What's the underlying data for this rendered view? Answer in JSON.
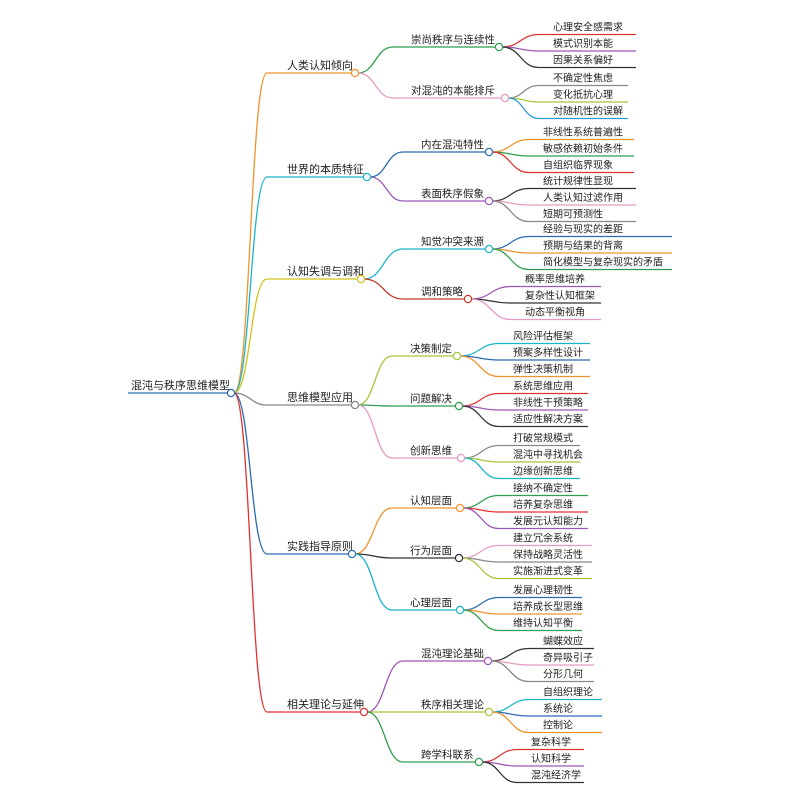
{
  "root": {
    "label": "混沌与秩序思维模型",
    "children": [
      {
        "label": "人类认知倾向",
        "color": "#f0932b",
        "children": [
          {
            "label": "崇尚秩序与连续性",
            "color": "#2e9e4f",
            "children": [
              {
                "label": "心理安全感需求",
                "color": "#e03131"
              },
              {
                "label": "模式识别本能",
                "color": "#9b59b6"
              },
              {
                "label": "因果关系偏好",
                "color": "#333333"
              }
            ]
          },
          {
            "label": "对混沌的本能排斥",
            "color": "#e59ac4",
            "children": [
              {
                "label": "不确定性焦虑",
                "color": "#888888"
              },
              {
                "label": "变化抵抗心理",
                "color": "#a4c639"
              },
              {
                "label": "对随机性的误解",
                "color": "#2a9bd6"
              }
            ]
          }
        ]
      },
      {
        "label": "世界的本质特征",
        "color": "#1ab5c9",
        "children": [
          {
            "label": "内在混沌特性",
            "color": "#2b6cb0",
            "children": [
              {
                "label": "非线性系统普遍性",
                "color": "#f0932b"
              },
              {
                "label": "敏感依赖初始条件",
                "color": "#2e9e4f"
              },
              {
                "label": "自组织临界现象",
                "color": "#e03131"
              }
            ]
          },
          {
            "label": "表面秩序假象",
            "color": "#9b59b6",
            "children": [
              {
                "label": "统计规律性显现",
                "color": "#333333"
              },
              {
                "label": "人类认知过滤作用",
                "color": "#e59ac4"
              },
              {
                "label": "短期可预测性",
                "color": "#888888"
              }
            ]
          }
        ]
      },
      {
        "label": "认知失调与调和",
        "color": "#d4c11a",
        "children": [
          {
            "label": "知觉冲突来源",
            "color": "#1ab5c9",
            "children": [
              {
                "label": "经验与现实的差距",
                "color": "#2b6cb0"
              },
              {
                "label": "预期与结果的背离",
                "color": "#f0932b"
              },
              {
                "label": "简化模型与复杂现实的矛盾",
                "color": "#2e9e4f"
              }
            ]
          },
          {
            "label": "调和策略",
            "color": "#c0392b",
            "children": [
              {
                "label": "概率思维培养",
                "color": "#9b59b6"
              },
              {
                "label": "复杂性认知框架",
                "color": "#333333"
              },
              {
                "label": "动态平衡视角",
                "color": "#e59ac4"
              }
            ]
          }
        ]
      },
      {
        "label": "思维模型应用",
        "color": "#888888",
        "children": [
          {
            "label": "决策制定",
            "color": "#a4c639",
            "children": [
              {
                "label": "风险评估框架",
                "color": "#1ab5c9"
              },
              {
                "label": "预案多样性设计",
                "color": "#2b6cb0"
              },
              {
                "label": "弹性决策机制",
                "color": "#f0932b"
              }
            ]
          },
          {
            "label": "问题解决",
            "color": "#2e9e4f",
            "children": [
              {
                "label": "系统思维应用",
                "color": "#e03131"
              },
              {
                "label": "非线性干预策略",
                "color": "#9b59b6"
              },
              {
                "label": "适应性解决方案",
                "color": "#333333"
              }
            ]
          },
          {
            "label": "创新思维",
            "color": "#e59ac4",
            "children": [
              {
                "label": "打破常规模式",
                "color": "#888888"
              },
              {
                "label": "混沌中寻找机会",
                "color": "#a4c639"
              },
              {
                "label": "边缘创新思维",
                "color": "#1ab5c9"
              }
            ]
          }
        ]
      },
      {
        "label": "实践指导原则",
        "color": "#2b6cb0",
        "children": [
          {
            "label": "认知层面",
            "color": "#f0932b",
            "children": [
              {
                "label": "接纳不确定性",
                "color": "#2e9e4f"
              },
              {
                "label": "培养复杂思维",
                "color": "#e03131"
              },
              {
                "label": "发展元认知能力",
                "color": "#9b59b6"
              }
            ]
          },
          {
            "label": "行为层面",
            "color": "#333333",
            "children": [
              {
                "label": "建立冗余系统",
                "color": "#e59ac4"
              },
              {
                "label": "保持战略灵活性",
                "color": "#888888"
              },
              {
                "label": "实施渐进式变革",
                "color": "#a4c639"
              }
            ]
          },
          {
            "label": "心理层面",
            "color": "#1ab5c9",
            "children": [
              {
                "label": "发展心理韧性",
                "color": "#2b6cb0"
              },
              {
                "label": "培养成长型思维",
                "color": "#f0932b"
              },
              {
                "label": "维持认知平衡",
                "color": "#2e9e4f"
              }
            ]
          }
        ]
      },
      {
        "label": "相关理论与延伸",
        "color": "#e03131",
        "children": [
          {
            "label": "混沌理论基础",
            "color": "#9b59b6",
            "children": [
              {
                "label": "蝴蝶效应",
                "color": "#333333"
              },
              {
                "label": "奇异吸引子",
                "color": "#e59ac4"
              },
              {
                "label": "分形几何",
                "color": "#888888"
              }
            ]
          },
          {
            "label": "秩序相关理论",
            "color": "#a4c639",
            "children": [
              {
                "label": "自组织理论",
                "color": "#1ab5c9"
              },
              {
                "label": "系统论",
                "color": "#2b6cb0"
              },
              {
                "label": "控制论",
                "color": "#f0932b"
              }
            ]
          },
          {
            "label": "跨学科联系",
            "color": "#2e9e4f",
            "children": [
              {
                "label": "复杂科学",
                "color": "#e03131"
              },
              {
                "label": "认知科学",
                "color": "#9b59b6"
              },
              {
                "label": "混沌经济学",
                "color": "#333333"
              }
            ]
          }
        ]
      }
    ]
  }
}
